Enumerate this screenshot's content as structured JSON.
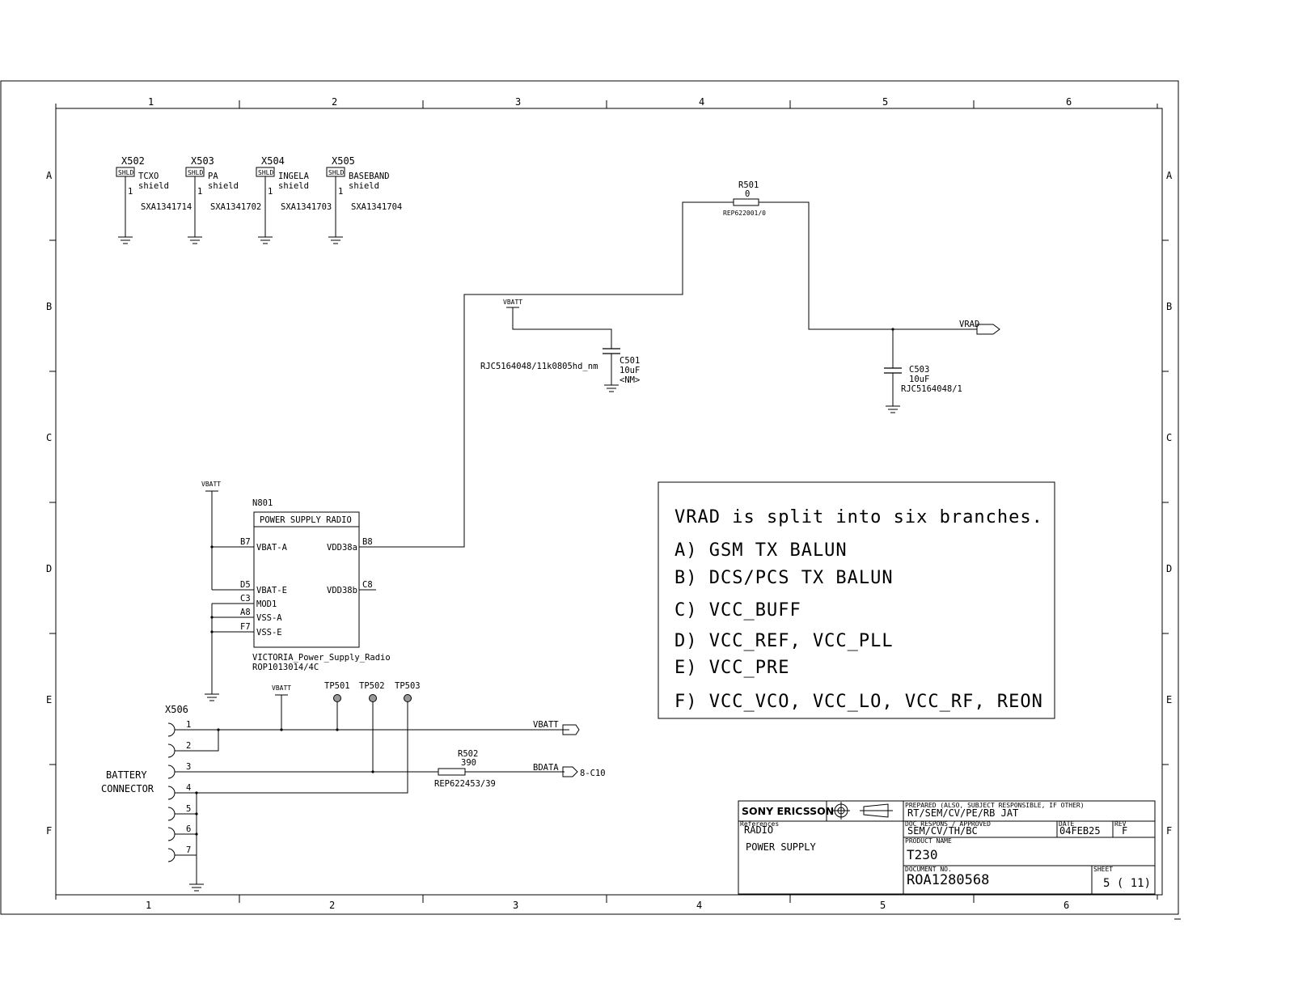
{
  "border": {
    "columns": [
      "1",
      "2",
      "3",
      "4",
      "5",
      "6"
    ],
    "rows": [
      "A",
      "B",
      "C",
      "D",
      "E",
      "F"
    ]
  },
  "shields": [
    {
      "ref": "X502",
      "tag": "SHLD",
      "pin": "1",
      "name1": "TCXO",
      "name2": "shield",
      "part": "SXA1341714"
    },
    {
      "ref": "X503",
      "tag": "SHLD",
      "pin": "1",
      "name1": "PA",
      "name2": "shield",
      "part": "SXA1341702"
    },
    {
      "ref": "X504",
      "tag": "SHLD",
      "pin": "1",
      "name1": "INGELA",
      "name2": "shield",
      "part": "SXA1341703"
    },
    {
      "ref": "X505",
      "tag": "SHLD",
      "pin": "1",
      "name1": "BASEBAND",
      "name2": "shield",
      "part": "SXA1341704"
    }
  ],
  "r501": {
    "ref": "R501",
    "value": "0",
    "part": "REP622001/0"
  },
  "c501": {
    "ref": "C501",
    "value": "10uF",
    "extra": "<NM>",
    "part": "RJC5164048/11k0805hd_nm",
    "net": "VBATT"
  },
  "c503": {
    "ref": "C503",
    "value": "10uF",
    "part": "RJC5164048/1"
  },
  "vrad_net": "VRAD",
  "n801": {
    "ref": "N801",
    "title": "POWER SUPPLY RADIO",
    "pins_left": [
      {
        "num": "B7",
        "name": "VBAT-A"
      },
      {
        "num": "D5",
        "name": "VBAT-E"
      },
      {
        "num": "C3",
        "name": "MOD1"
      },
      {
        "num": "A8",
        "name": "VSS-A"
      },
      {
        "num": "F7",
        "name": "VSS-E"
      }
    ],
    "pins_right": [
      {
        "num": "B8",
        "name": "VDD38a"
      },
      {
        "num": "C8",
        "name": "VDD38b"
      }
    ],
    "part1": "VICTORIA_Power_Supply_Radio",
    "part2": "ROP1013014/4C",
    "vbatt": "VBATT"
  },
  "battery": {
    "ref": "X506",
    "label1": "BATTERY",
    "label2": "CONNECTOR",
    "pins": [
      "1",
      "2",
      "3",
      "4",
      "5",
      "6",
      "7"
    ],
    "vbatt": "VBATT",
    "testpoints": [
      "TP501",
      "TP502",
      "TP503"
    ],
    "vbatt_out": "VBATT",
    "bdata_out": "BDATA",
    "bdata_ref": "8-C10",
    "r502": {
      "ref": "R502",
      "value": "390",
      "part": "REP622453/39"
    }
  },
  "note": {
    "title": "VRAD is split into six branches.",
    "lines": [
      "A) GSM TX BALUN",
      "B) DCS/PCS TX BALUN",
      "C) VCC_BUFF",
      "D) VCC_REF, VCC_PLL",
      "E) VCC_PRE",
      "F) VCC_VCO, VCC_LO, VCC_RF, REON"
    ]
  },
  "title_block": {
    "company": "SONY ERICSSON",
    "prepared_label": "PREPARED (ALSO, SUBJECT RESPONSIBLE, IF OTHER)",
    "prepared": "RT/SEM/CV/PE/RB JAT",
    "references_label": "References",
    "references": "RADIO",
    "doc_respons_label": "DOC RESPONS / APPROVED",
    "doc_respons": "SEM/CV/TH/BC",
    "date_label": "DATE",
    "date": "04FEB25",
    "rev_label": "REV",
    "rev": "F",
    "description": "POWER SUPPLY",
    "product_label": "PRODUCT NAME",
    "product": "T230",
    "docno_label": "DOCUMENT NO.",
    "docno": "ROA1280568",
    "sheet_label": "SHEET",
    "sheet": "5 ( 11)"
  }
}
